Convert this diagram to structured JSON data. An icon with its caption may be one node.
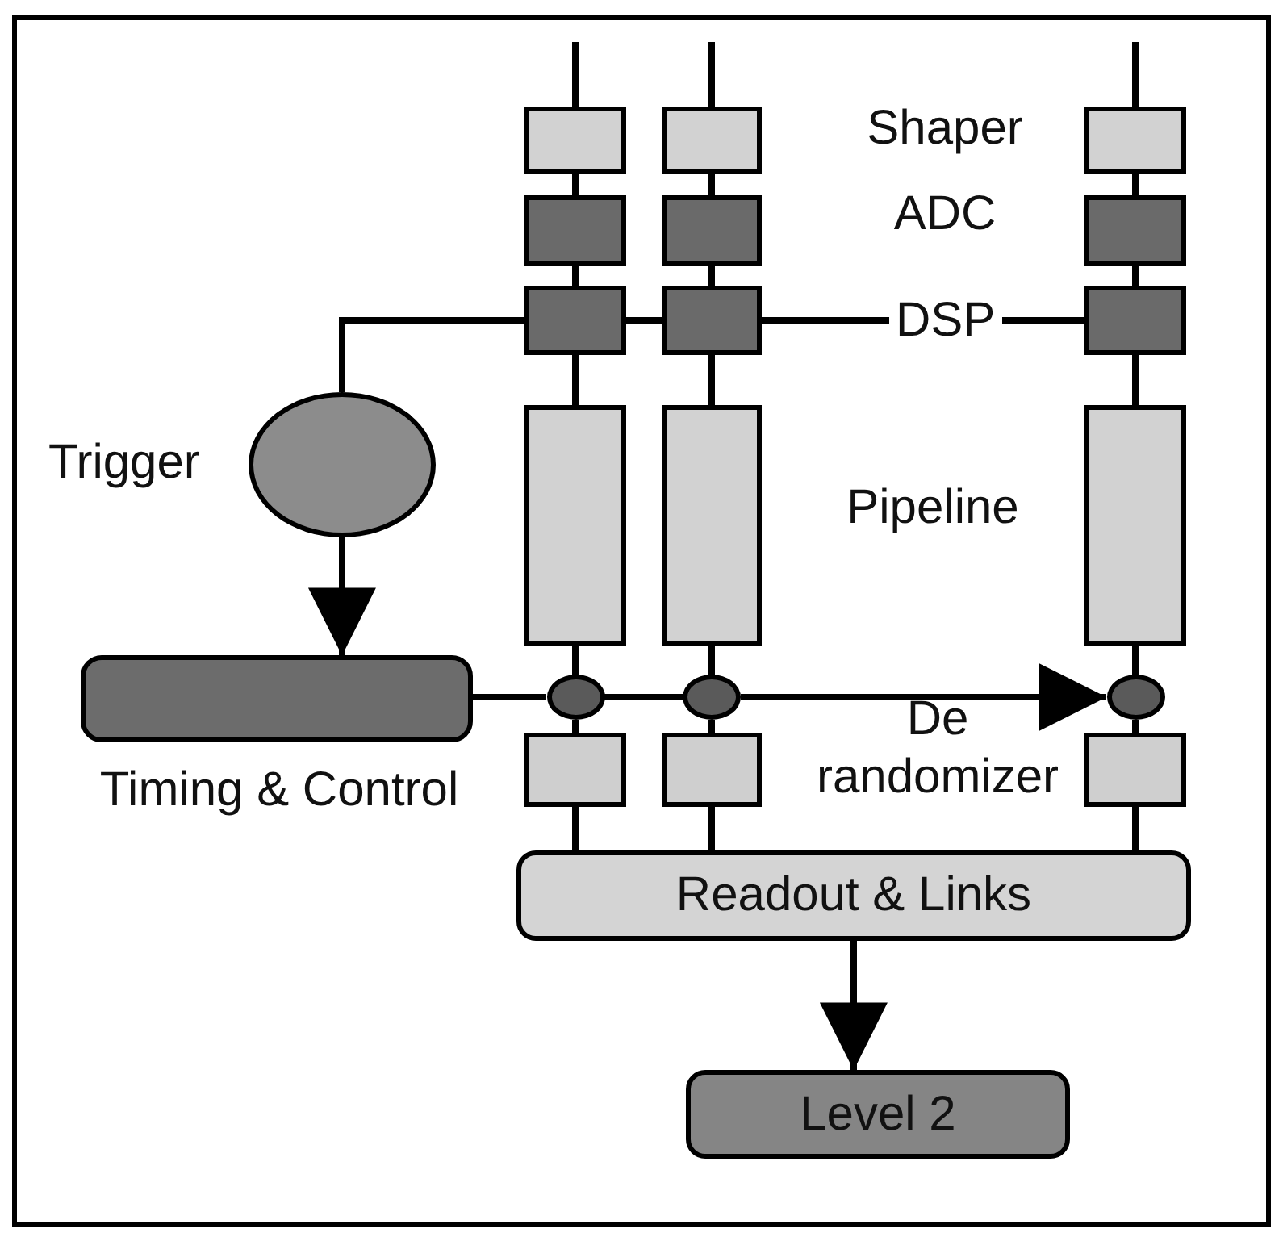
{
  "diagram": {
    "nodes": [
      {
        "text": [],
        "shape": "box"
      },
      {
        "text": [],
        "shape": "box"
      },
      {
        "text": [],
        "shape": "box"
      },
      {
        "text": [],
        "shape": "box"
      },
      {
        "text": [],
        "shape": "box"
      },
      {
        "text": [],
        "shape": "box"
      },
      {
        "text": [],
        "shape": "box"
      },
      {
        "text": [],
        "shape": "box"
      },
      {
        "text": [],
        "shape": "box"
      },
      {
        "text": [
          "Trigger"
        ]
      },
      {
        "text": [],
        "shape": "box"
      },
      {
        "text": [],
        "shape": "box"
      },
      {
        "text": [],
        "shape": "box"
      },
      {
        "text": [
          "Timing & Control"
        ]
      },
      {
        "text": [],
        "shape": "circle"
      },
      {
        "text": [],
        "shape": "circle"
      },
      {
        "text": [],
        "shape": "circle"
      },
      {
        "text": [],
        "shape": "box"
      },
      {
        "text": [],
        "shape": "box"
      },
      {
        "text": [],
        "shape": "box"
      },
      {
        "text": [
          "Readout & Links"
        ]
      },
      {
        "text": [
          "Level 2"
        ]
      }
    ],
    "edges": [
      {
        "from": null,
        "to": 0,
        "arrow": "none"
      },
      {
        "from": null,
        "to": 1,
        "arrow": "none"
      },
      {
        "from": null,
        "to": 2,
        "arrow": "none"
      },
      {
        "from": 0,
        "to": 3,
        "arrow": "none"
      },
      {
        "from": 1,
        "to": 4,
        "arrow": "none"
      },
      {
        "from": 2,
        "to": 5,
        "arrow": "none"
      },
      {
        "from": 3,
        "to": 6,
        "arrow": "none"
      },
      {
        "from": 4,
        "to": 7,
        "arrow": "none"
      },
      {
        "from": 5,
        "to": 8,
        "arrow": "none"
      },
      {
        "from": 6,
        "to": 10,
        "arrow": "none"
      },
      {
        "from": 7,
        "to": 11,
        "arrow": "none"
      },
      {
        "from": 8,
        "to": 12,
        "arrow": "none"
      },
      {
        "from": 10,
        "to": 14,
        "arrow": "none"
      },
      {
        "from": 11,
        "to": 15,
        "arrow": "none"
      },
      {
        "from": 12,
        "to": 16,
        "arrow": "none"
      },
      {
        "from": 14,
        "to": 17,
        "arrow": "none"
      },
      {
        "from": 15,
        "to": 18,
        "arrow": "none"
      },
      {
        "from": 16,
        "to": 19,
        "arrow": "none"
      },
      {
        "from": 17,
        "to": 20,
        "arrow": "none"
      },
      {
        "from": 18,
        "to": 20,
        "arrow": "none"
      },
      {
        "from": 19,
        "to": 20,
        "arrow": "none"
      },
      {
        "from": 6,
        "to": 7,
        "arrow": "none"
      },
      {
        "from": 7,
        "to": 8,
        "arrow": "none",
        "label": "DSP"
      },
      {
        "from": 6,
        "to": 9,
        "arrow": "none"
      },
      {
        "from": 9,
        "to": 13,
        "arrow": "to"
      },
      {
        "from": 13,
        "to": 14,
        "arrow": "none"
      },
      {
        "from": 14,
        "to": 15,
        "arrow": "none"
      },
      {
        "from": 15,
        "to": 16,
        "arrow": "to"
      },
      {
        "from": 20,
        "to": 21,
        "arrow": "to"
      }
    ],
    "labels": [
      "Shaper",
      "ADC",
      "Pipeline",
      "De randomizer"
    ]
  }
}
